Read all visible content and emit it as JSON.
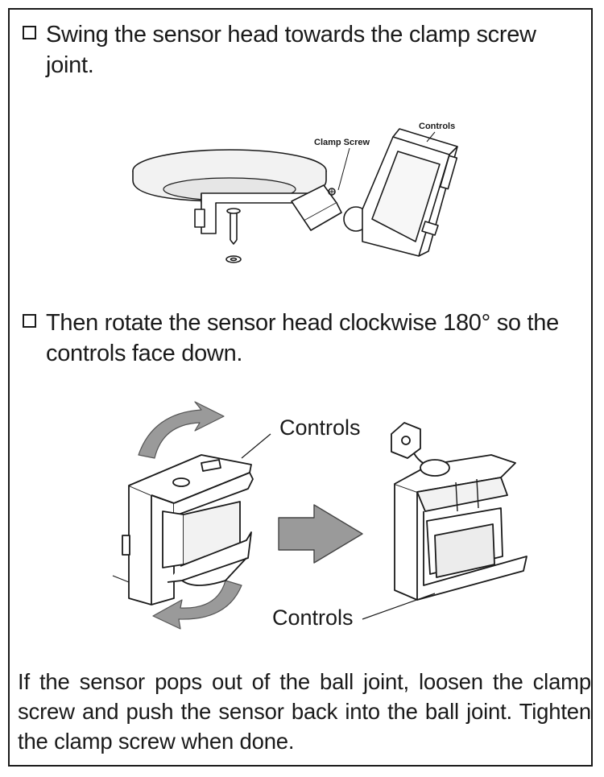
{
  "steps": [
    {
      "text": "Swing the sensor head towards the clamp screw joint.",
      "icon": "checkbox-icon"
    },
    {
      "text": "Then rotate the sensor head clockwise 180° so the controls face down.",
      "icon": "checkbox-icon"
    }
  ],
  "figure1": {
    "label_clamp_screw": "Clamp Screw",
    "label_controls": "Controls"
  },
  "figure2": {
    "label_controls_top": "Controls",
    "label_controls_bottom": "Controls"
  },
  "note": "If the sensor pops out of the ball joint, loosen the clamp screw and push the sensor back into the ball joint. Tighten the clamp screw when done."
}
